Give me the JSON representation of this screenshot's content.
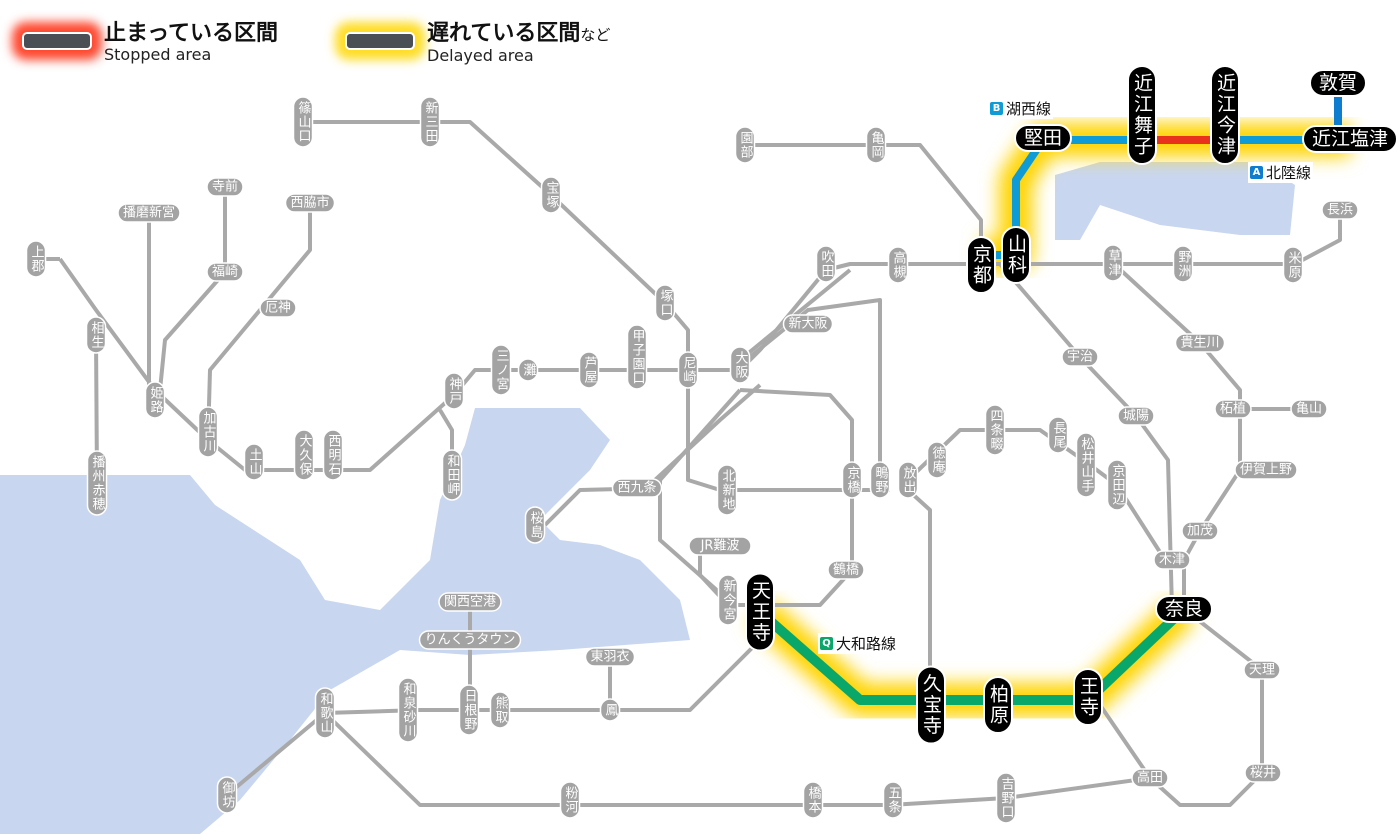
{
  "legend": {
    "stopped": {
      "ja": "止まっている区間",
      "en": "Stopped area",
      "color": "#ff2a0a"
    },
    "delayed": {
      "ja": "遅れている区間",
      "ja_suffix": "など",
      "en": "Delayed area",
      "color": "#ffd700"
    }
  },
  "lines": {
    "kosei": {
      "symbol": "B",
      "name": "湖西線",
      "color": "#0e9bd6"
    },
    "hokuriku": {
      "symbol": "A",
      "name": "北陸線",
      "color": "#0e7ccf"
    },
    "yamatoji": {
      "symbol": "Q",
      "name": "大和路線",
      "color": "#0aa76b"
    }
  },
  "stations": {
    "sasayamaguchi": "篠山口",
    "shinsanda": "新三田",
    "takarazuka": "宝塚",
    "tsukaguchi": "塚口",
    "amagasaki": "尼崎",
    "koshienguchi": "甲子園口",
    "ashiya": "芦屋",
    "nada": "灘",
    "sannomiya": "三ノ宮",
    "kobe": "神戸",
    "wadamisaki": "和田岬",
    "nishiakashi": "西明石",
    "okubo": "大久保",
    "tsuchiyama": "土山",
    "kakogawa": "加古川",
    "yakujin": "厄神",
    "nishiwakishi": "西脇市",
    "teramae": "寺前",
    "fukusaki": "福崎",
    "harimashingu": "播磨新宮",
    "kamigori": "上郡",
    "aioi": "相生",
    "himeji": "姫路",
    "banshuako": "播州赤穂",
    "kyoto": "京都",
    "yamashina": "山科",
    "katata": "堅田",
    "omimaiko": "近江舞子",
    "omiimazu": "近江今津",
    "tsuruga": "敦賀",
    "omishiotsu": "近江塩津",
    "nagahama": "長浜",
    "maibara": "米原",
    "yasu": "野洲",
    "kusatsu": "草津",
    "takatsuki": "高槻",
    "suita": "吹田",
    "kameoka": "亀岡",
    "sonobe": "園部",
    "shinosaka": "新大阪",
    "osaka": "大阪",
    "uji": "宇治",
    "kibukawa": "貴生川",
    "joyo": "城陽",
    "tsuge": "柘植",
    "kameyama": "亀山",
    "igaueno": "伊賀上野",
    "kamo": "加茂",
    "kizu": "木津",
    "nara": "奈良",
    "shijonawate": "四条畷",
    "nagao": "長尾",
    "matsuiyamate": "松井山手",
    "kyotanabe": "京田辺",
    "tokuan": "徳庵",
    "hanaten": "放出",
    "shigino": "鴫野",
    "kyobashi": "京橋",
    "kitashinchi": "北新地",
    "nishikujo": "西九条",
    "sakurajima": "桜島",
    "jrnamba": "JR難波",
    "shinimamiya": "新今宮",
    "tennoji": "天王寺",
    "tsuruhashi": "鶴橋",
    "kyuhoji": "久宝寺",
    "kashiwara": "柏原",
    "oji": "王寺",
    "tenri": "天理",
    "sakurai": "桜井",
    "takada": "高田",
    "yoshinoguchi": "吉野口",
    "gojo": "五条",
    "hashimoto": "橋本",
    "kokawa": "粉河",
    "gobo": "御坊",
    "wakayama": "和歌山",
    "izumisunagawa": "和泉砂川",
    "hineno": "日根野",
    "kumatori": "熊取",
    "otori": "鳳",
    "higashihagoromo": "東羽衣",
    "kansaiairport": "関西空港",
    "rinkutown": "りんくうタウン"
  }
}
